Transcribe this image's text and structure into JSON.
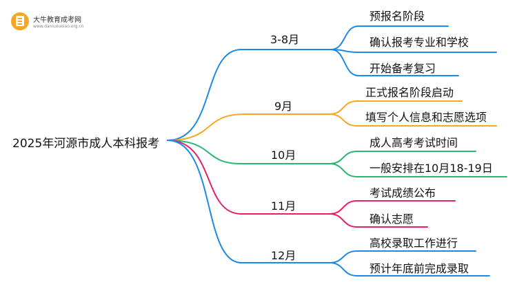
{
  "logo": {
    "title": "大牛教育成考网",
    "subtitle": "www.daniuxueiao.org.cn"
  },
  "root": "2025年河源市成人本科报考",
  "branches": [
    {
      "label": "3-8月",
      "color": "#1e88e5",
      "items": [
        "预报名阶段",
        "确认报考专业和学校",
        "开始备考复习"
      ]
    },
    {
      "label": "9月",
      "color": "#f5a623",
      "items": [
        "正式报名阶段启动",
        "填写个人信息和志愿选项"
      ]
    },
    {
      "label": "10月",
      "color": "#2bb673",
      "items": [
        "成人高考考试时间",
        "一般安排在10月18-19日"
      ]
    },
    {
      "label": "11月",
      "color": "#e91e63",
      "items": [
        "考试成绩公布",
        "确认志愿"
      ]
    },
    {
      "label": "12月",
      "color": "#1e88e5",
      "items": [
        "高校录取工作进行",
        "预计年底前完成录取"
      ]
    }
  ]
}
